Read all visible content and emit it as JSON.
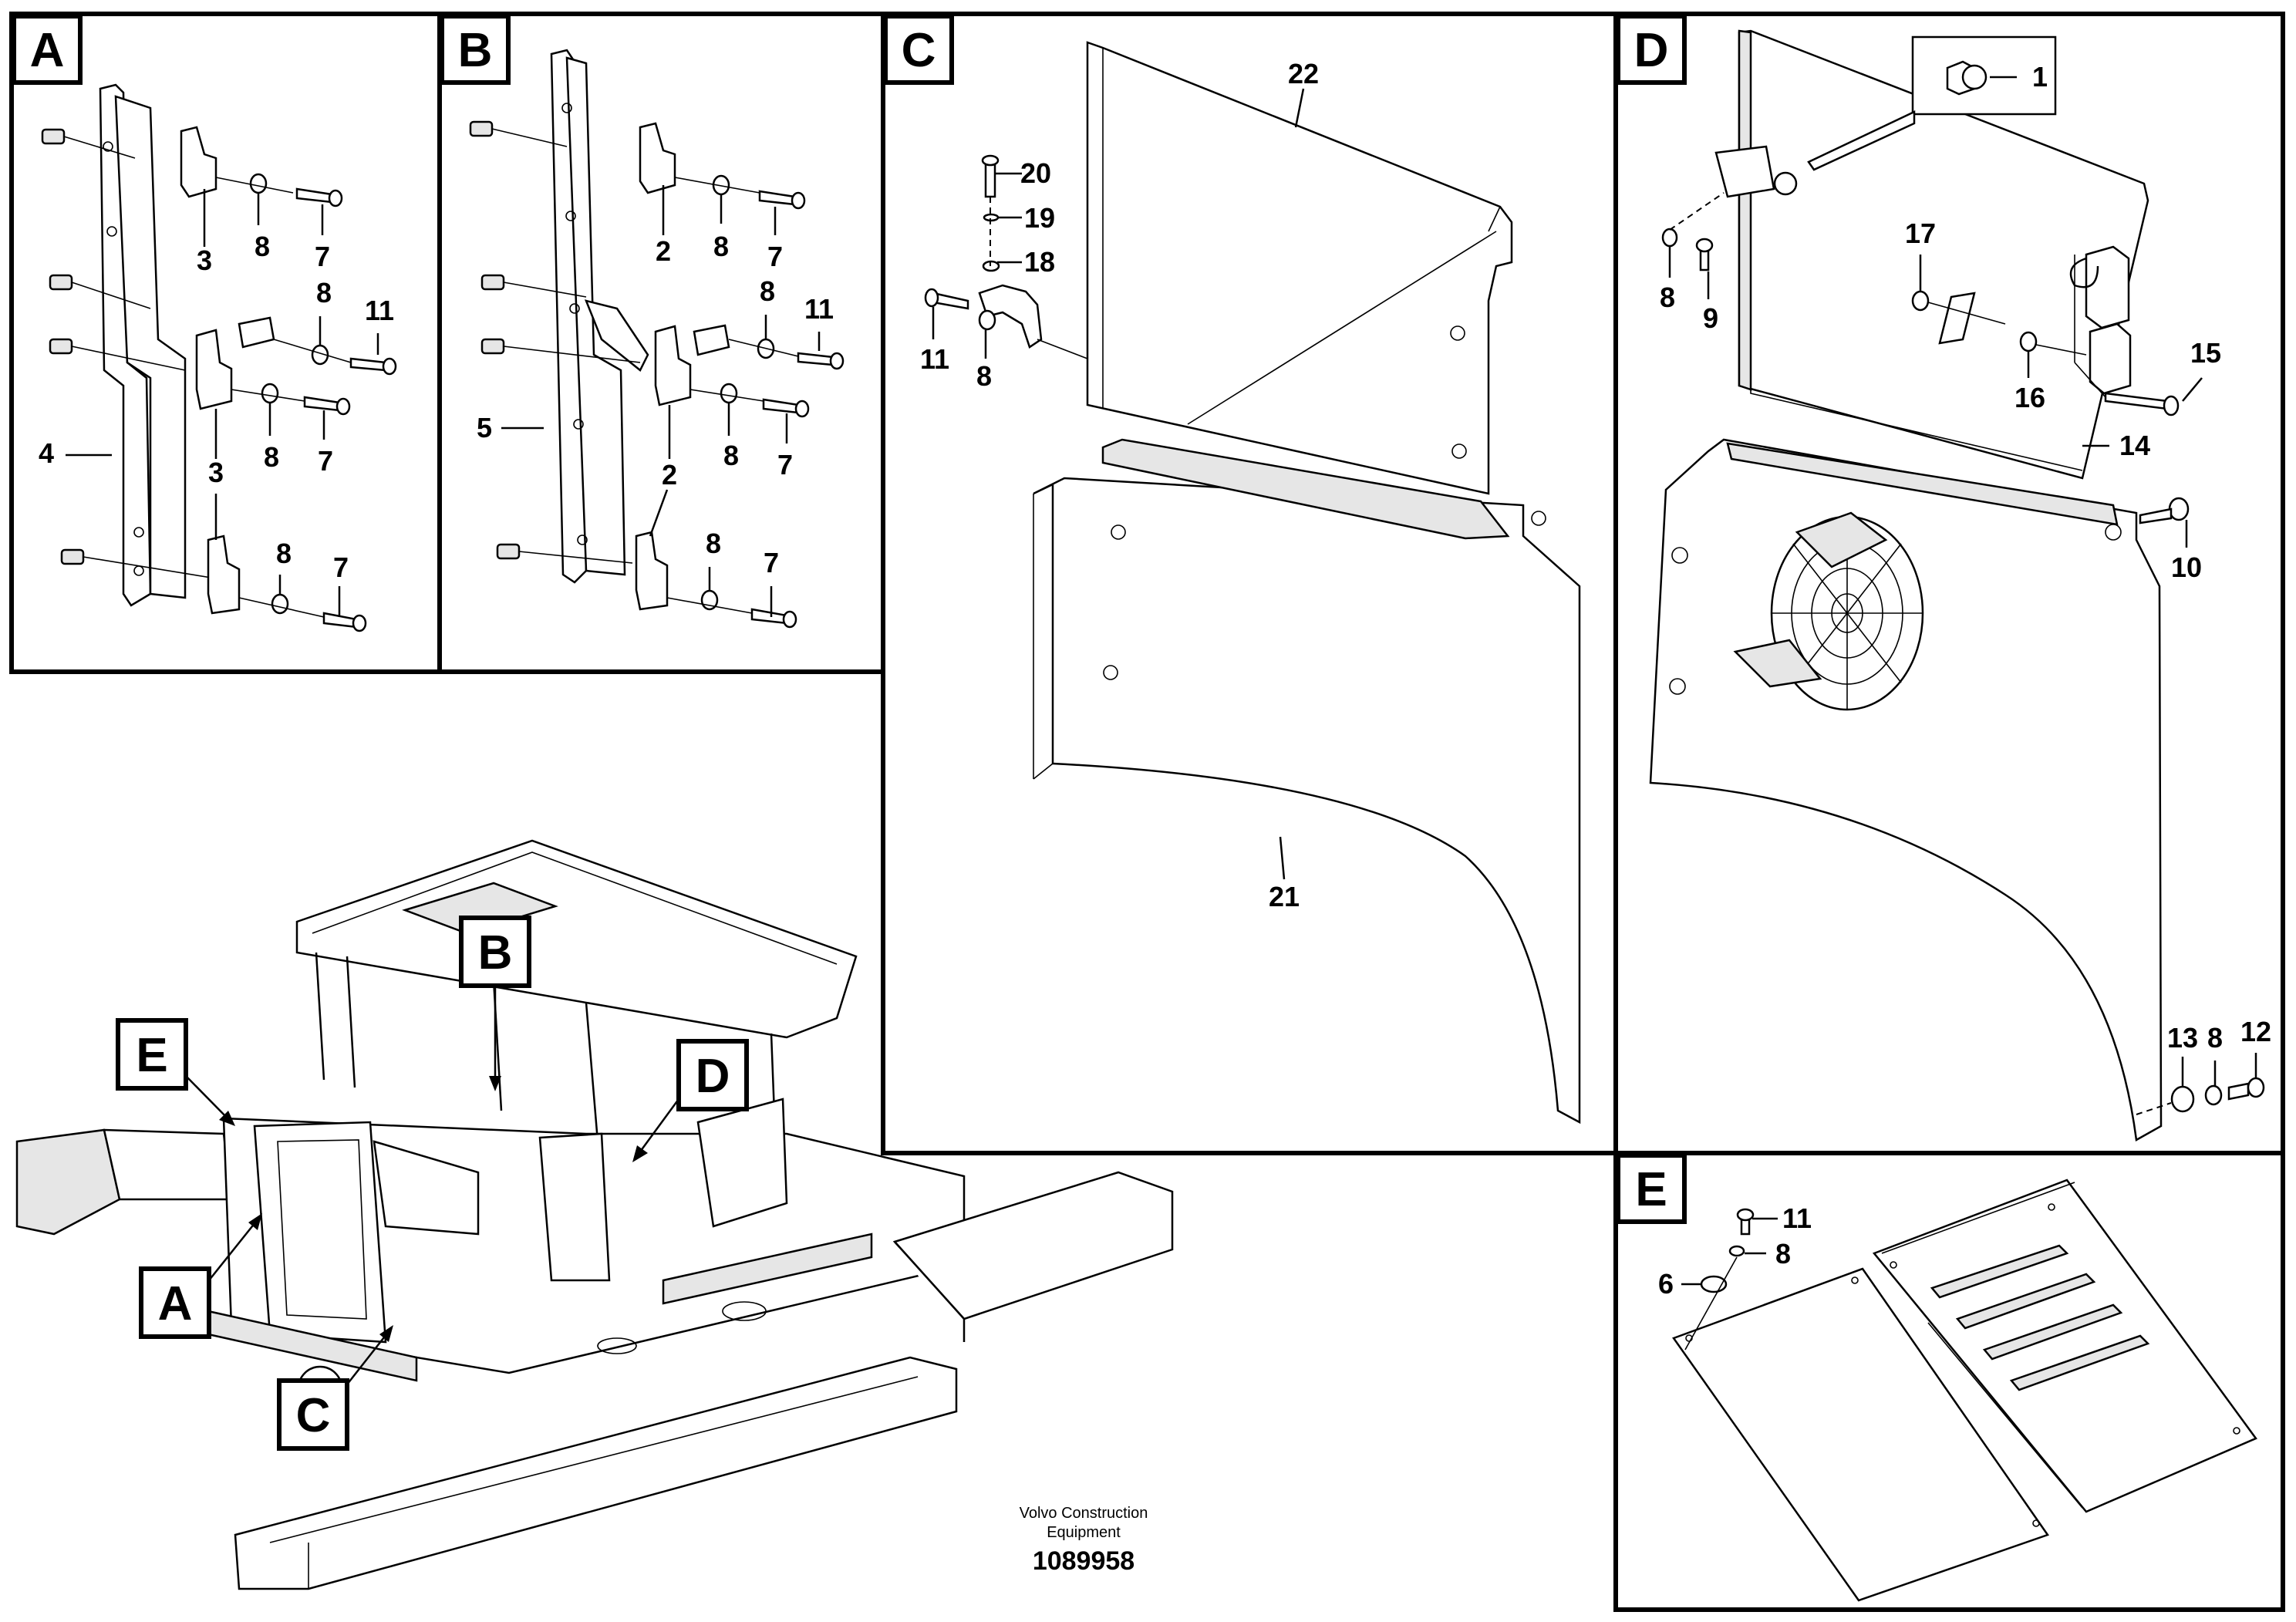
{
  "panels": {
    "A": {
      "letter": "A",
      "labels": [
        "3",
        "8",
        "7",
        "8",
        "11",
        "4",
        "3",
        "8",
        "7",
        "8",
        "7"
      ]
    },
    "B": {
      "letter": "B",
      "labels": [
        "2",
        "8",
        "7",
        "8",
        "11",
        "5",
        "2",
        "8",
        "7",
        "8",
        "7"
      ]
    },
    "C": {
      "letter": "C",
      "labels": [
        "22",
        "20",
        "19",
        "18",
        "11",
        "8",
        "21"
      ]
    },
    "D": {
      "letter": "D",
      "labels": [
        "1",
        "17",
        "8",
        "9",
        "15",
        "16",
        "14",
        "10",
        "13",
        "8",
        "12"
      ]
    },
    "E": {
      "letter": "E",
      "labels": [
        "11",
        "8",
        "6"
      ]
    }
  },
  "overview": {
    "callouts": [
      "B",
      "E",
      "D",
      "A",
      "C"
    ]
  },
  "footer": {
    "company_line1": "Volvo Construction",
    "company_line2": "Equipment",
    "drawing_number": "1089958"
  }
}
